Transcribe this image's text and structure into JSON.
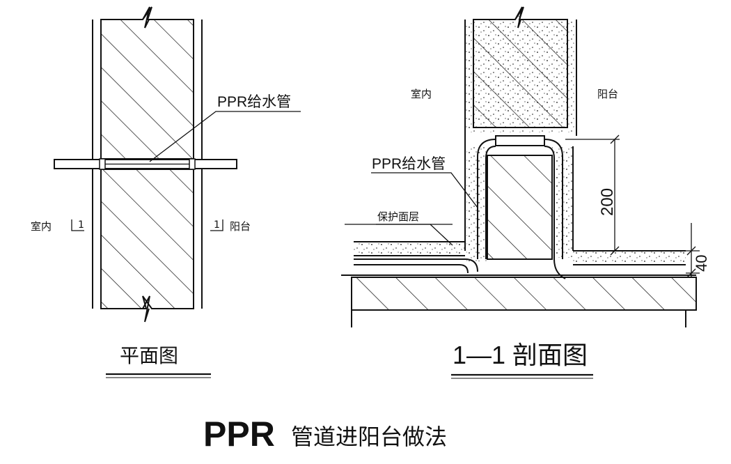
{
  "plan": {
    "pipe_label": "PPR给水管",
    "indoor": "室内",
    "balcony": "阳台",
    "section_mark": "1",
    "caption": "平面图"
  },
  "section": {
    "indoor": "室内",
    "balcony": "阳台",
    "pipe_label": "PPR给水管",
    "layer_label": "保护面层",
    "dim_height": "200",
    "dim_layer": "40",
    "caption": "1—1 剖面图"
  },
  "title": {
    "prefix": "PPR",
    "suffix": "管道进阳台做法"
  }
}
